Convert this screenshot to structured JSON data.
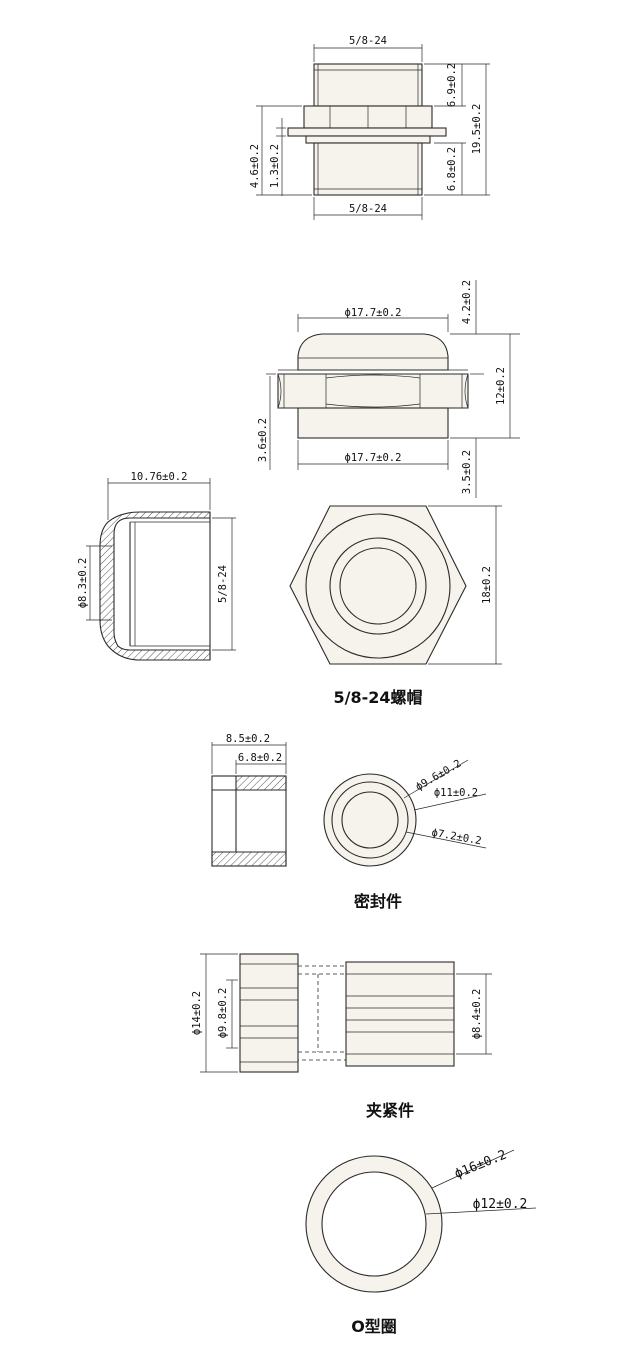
{
  "thread_body": {
    "thread_top": "5/8-24",
    "thread_bottom": "5/8-24",
    "dim_upper": "6.9±0.2",
    "dim_total": "19.5±0.2",
    "dim_lower": "6.8±0.2",
    "dim_left_outer": "4.6±0.2",
    "dim_left_inner": "1.3±0.2"
  },
  "cap_nut": {
    "dia_top": "ϕ17.7±0.2",
    "dia_bottom": "ϕ17.7±0.2",
    "dim_dome": "4.2±0.2",
    "dim_height": "12±0.2",
    "dim_hex": "3.6±0.2",
    "dim_skirt": "3.5±0.2",
    "section_width": "10.76±0.2",
    "section_bore": "ϕ8.3±0.2",
    "section_thread": "5/8-24",
    "hex_across": "18±0.2",
    "caption": "5/8-24螺帽"
  },
  "seal": {
    "len_total": "8.5±0.2",
    "len_inner": "6.8±0.2",
    "dia_outer": "ϕ9.6±0.2",
    "dia_mid": "ϕ11±0.2",
    "dia_inner": "ϕ7.2±0.2",
    "caption": "密封件"
  },
  "clamp": {
    "dia_outer": "ϕ14±0.2",
    "dia_inner": "ϕ9.8±0.2",
    "dia_right": "ϕ8.4±0.2",
    "caption": "夹紧件"
  },
  "oring": {
    "dia_outer": "ϕ16±0.2",
    "dia_inner": "ϕ12±0.2",
    "caption": "O型圈"
  }
}
